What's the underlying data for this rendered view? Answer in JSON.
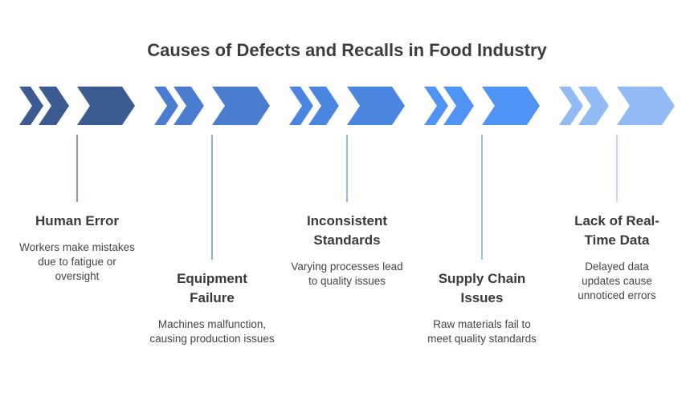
{
  "title": "Causes of Defects and Recalls in Food Industry",
  "steps": [
    {
      "heading": "Human Error",
      "description": "Workers make mistakes due to fatigue or oversight",
      "color": "#3b5a8f",
      "stem_color": "#8a95a8"
    },
    {
      "heading": "Equipment Failure",
      "description": "Machines malfunction, causing production issues",
      "color": "#4a7ccf",
      "stem_color": "#8fa8d4"
    },
    {
      "heading": "Inconsistent Standards",
      "description": "Varying processes lead to quality issues",
      "color": "#4a86e0",
      "stem_color": "#93b2e6"
    },
    {
      "heading": "Supply Chain Issues",
      "description": "Raw materials fail to meet quality standards",
      "color": "#4f94f5",
      "stem_color": "#97bdf5"
    },
    {
      "heading": "Lack of Real-Time Data",
      "description": "Delayed data updates cause unnoticed errors",
      "color": "#92bbf6",
      "stem_color": "#c1d7f7"
    }
  ]
}
